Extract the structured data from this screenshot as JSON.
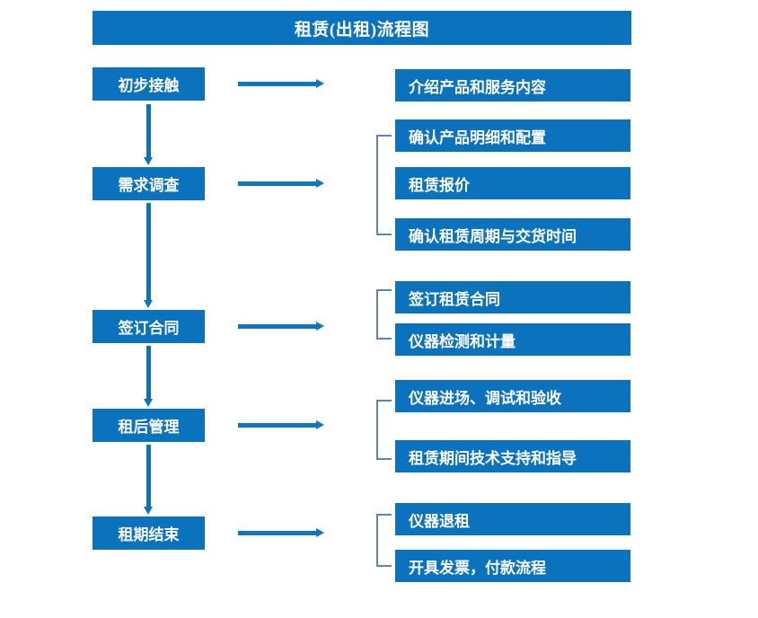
{
  "title": "租赁(出租)流程图",
  "colors": {
    "box_fill": "#0b73bd",
    "box_text": "#ffffff",
    "arrow": "#1076bd",
    "bracket": "#5b85b5",
    "background": "#ffffff"
  },
  "stages": [
    {
      "label": "初步接触"
    },
    {
      "label": "需求调查"
    },
    {
      "label": "签订合同"
    },
    {
      "label": "租后管理"
    },
    {
      "label": "租期结束"
    }
  ],
  "detail_groups": [
    {
      "bracketed": false,
      "items": [
        {
          "label": "介绍产品和服务内容"
        }
      ]
    },
    {
      "bracketed": true,
      "items": [
        {
          "label": "确认产品明细和配置"
        },
        {
          "label": "租赁报价"
        },
        {
          "label": "确认租赁周期与交货时间"
        }
      ]
    },
    {
      "bracketed": true,
      "items": [
        {
          "label": "签订租赁合同"
        },
        {
          "label": "仪器检测和计量"
        }
      ]
    },
    {
      "bracketed": true,
      "items": [
        {
          "label": "仪器进场、调试和验收"
        },
        {
          "label": "租赁期间技术支持和指导"
        }
      ]
    },
    {
      "bracketed": true,
      "items": [
        {
          "label": "仪器退租"
        },
        {
          "label": "开具发票，付款流程"
        }
      ]
    }
  ]
}
